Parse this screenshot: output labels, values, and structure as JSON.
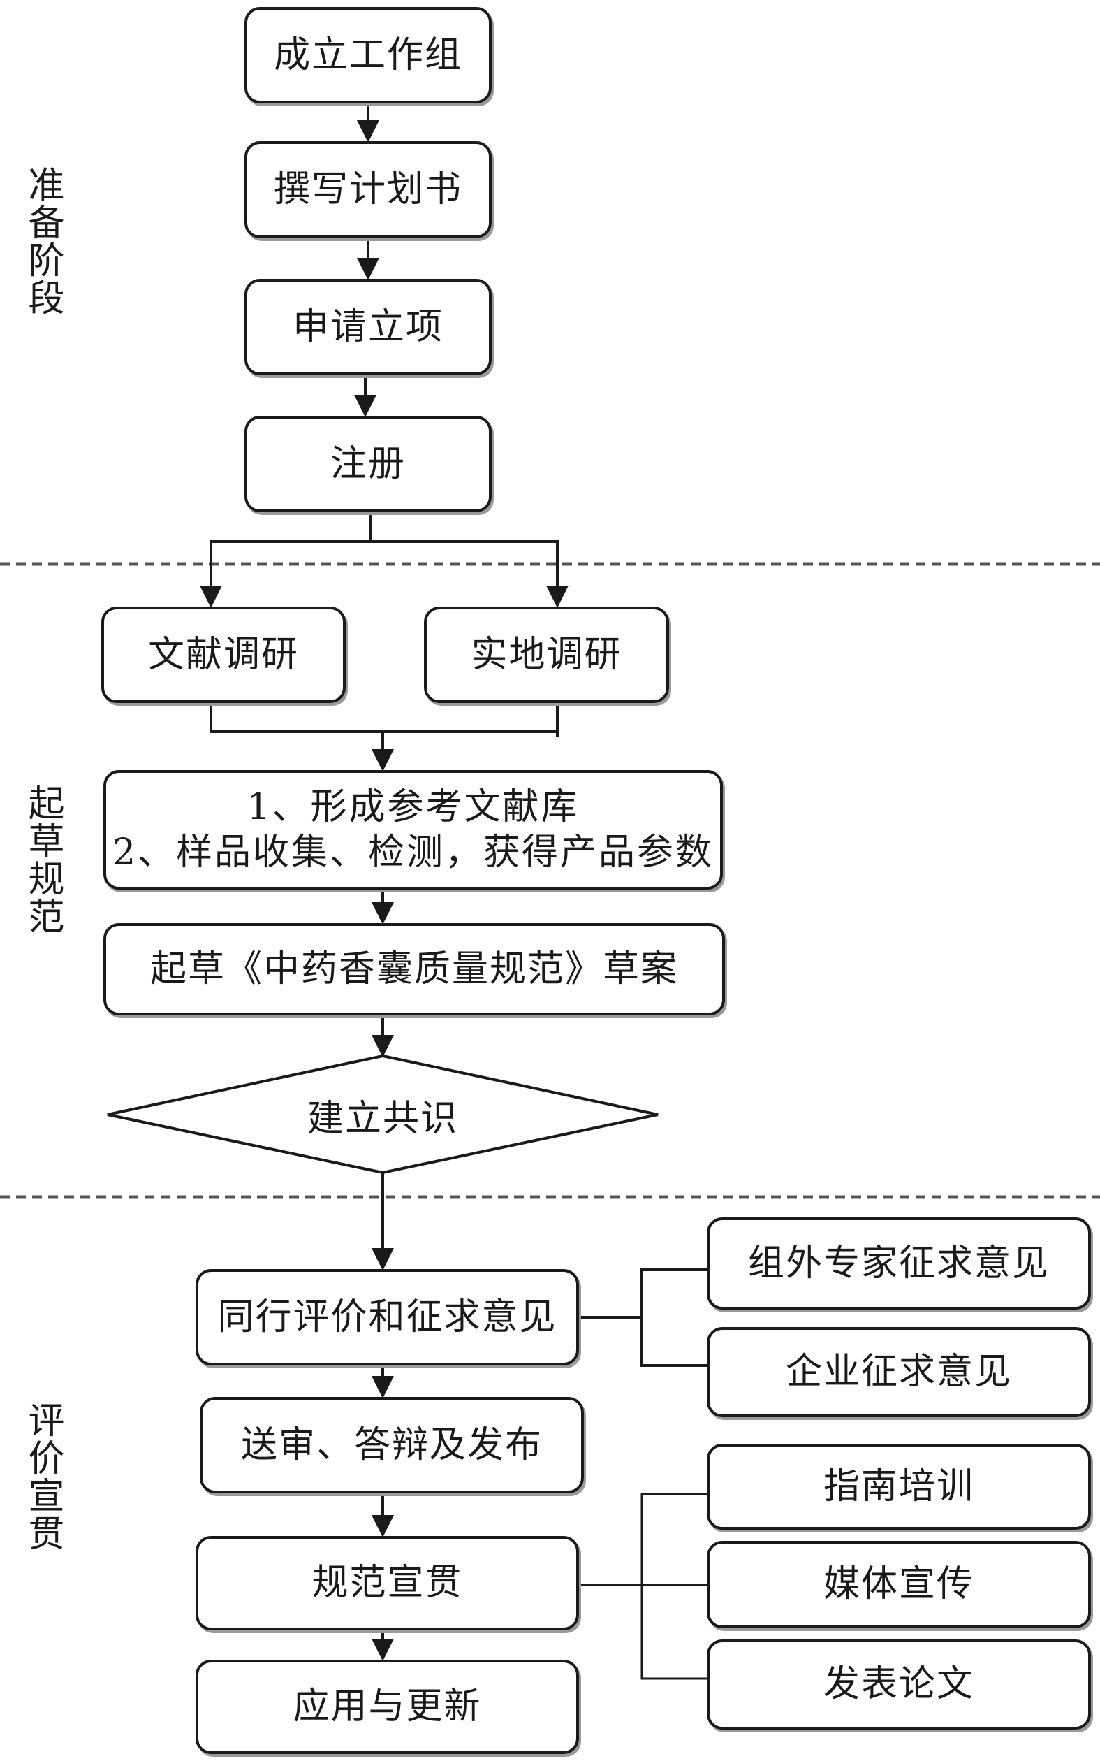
{
  "stages": [
    {
      "label": "准备阶段"
    },
    {
      "label": "起草规范"
    },
    {
      "label": "评价宣贯"
    }
  ],
  "steps": {
    "form_group": "成立工作组",
    "write_plan": "撰写计划书",
    "apply_project": "申请立项",
    "register": "注册",
    "literature_research": "文献调研",
    "field_research": "实地调研",
    "results": "1、形成参考文献库\n2、样品收集、检测，获得产品参数",
    "draft": "起草《中药香囊质量规范》草案",
    "consensus": "建立共识",
    "peer_review": "同行评价和征求意见",
    "review_publish": "送审、答辩及发布",
    "promote": "规范宣贯",
    "apply_update": "应用与更新"
  },
  "side_branches": {
    "peer_review": [
      "组外专家征求意见",
      "企业征求意见"
    ],
    "promote": [
      "指南培训",
      "媒体宣传",
      "发表论文"
    ]
  }
}
